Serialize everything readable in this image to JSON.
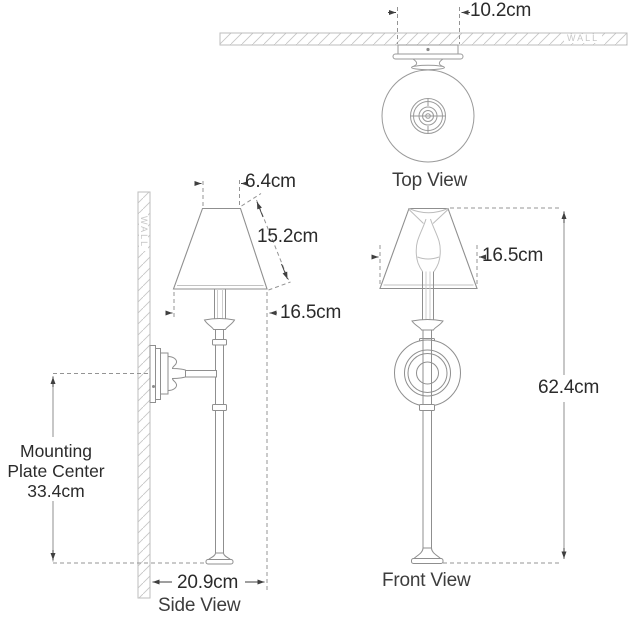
{
  "colors": {
    "fixture_line": "#8f8f8f",
    "light_line": "#bcbcbc",
    "dim_dash": "#949494",
    "arrow": "#3f3f3f",
    "text": "#2b2b2b",
    "wall_hatch": "#c6c6c6"
  },
  "views": {
    "top": {
      "label": "Top View",
      "wall": "WALL",
      "plate_width": "10.2cm"
    },
    "side": {
      "label": "Side View",
      "wall": "WALL",
      "shade_top_depth": "6.4cm",
      "shade_slant_height": "15.2cm",
      "shade_bottom_depth": "16.5cm",
      "mounting_plate_center": [
        "Mounting",
        "Plate Center",
        "33.4cm"
      ],
      "wall_projection": "20.9cm"
    },
    "front": {
      "label": "Front View",
      "shade_width": "16.5cm",
      "overall_height": "62.4cm"
    }
  }
}
